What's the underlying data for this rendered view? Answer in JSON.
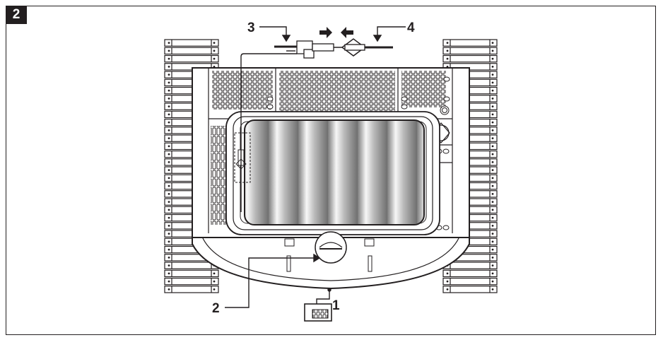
{
  "figure": {
    "number": "2"
  },
  "callouts": [
    {
      "id": "1",
      "label": "1"
    },
    {
      "id": "2",
      "label": "2"
    },
    {
      "id": "3",
      "label": "3"
    },
    {
      "id": "4",
      "label": "4"
    }
  ],
  "colors": {
    "ink": "#231f20",
    "paper": "#ffffff",
    "roller_light": "#f4f4f4",
    "roller_dark": "#8c8c8c"
  }
}
